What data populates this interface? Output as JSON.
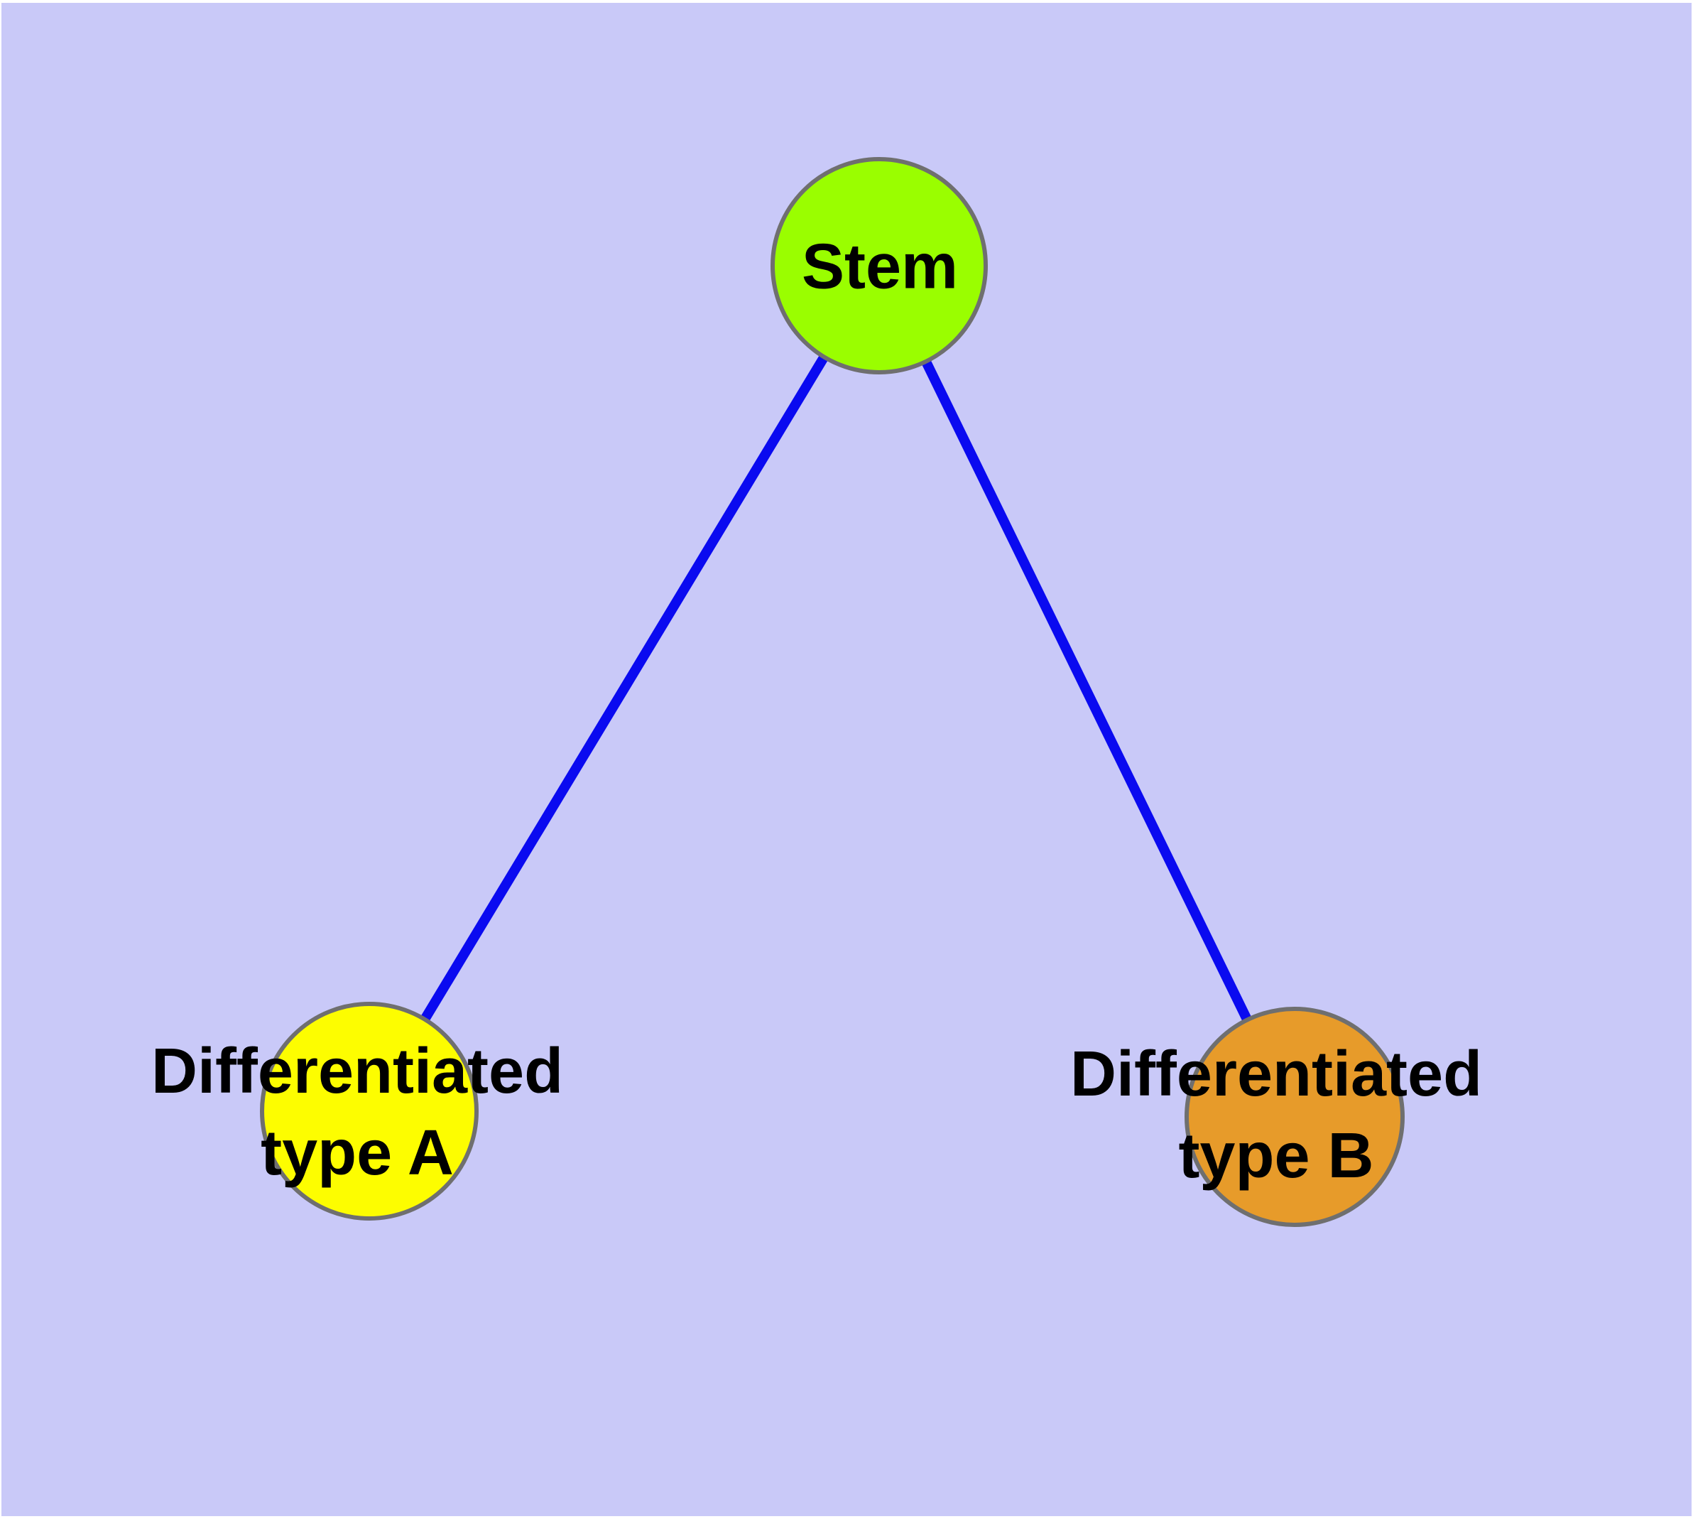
{
  "diagram": {
    "background_color": "#c9c9f8",
    "frame_color": "#ffffff",
    "edge_color": "#0a0af0",
    "node_border_color": "#6f6f6f",
    "label_color": "#000000",
    "nodes": {
      "stem": {
        "label": "Stem",
        "fill": "#9afe00"
      },
      "type_a": {
        "label_line1": "Differentiated",
        "label_line2": "type A",
        "fill": "#fdfd00"
      },
      "type_b": {
        "label_line1": "Differentiated",
        "label_line2": "type B",
        "fill": "#e79b2a"
      }
    },
    "edges": [
      {
        "from": "Stem",
        "to": "Differentiated type A"
      },
      {
        "from": "Stem",
        "to": "Differentiated type B"
      }
    ]
  }
}
